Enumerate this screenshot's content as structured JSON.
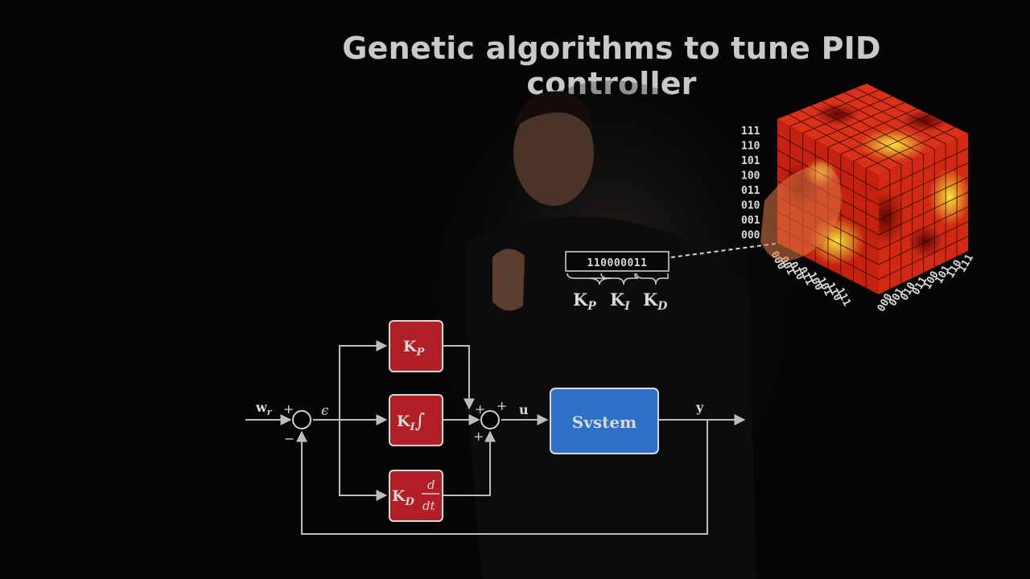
{
  "title": "Genetic algorithms to tune PID controller",
  "diagram": {
    "blocks": {
      "kp": {
        "main": "K",
        "sub": "P"
      },
      "ki": {
        "main": "K",
        "sub": "I",
        "op": "∫"
      },
      "kd": {
        "main": "K",
        "sub": "D",
        "num": "d",
        "den": "dt"
      },
      "system": "Svstem"
    },
    "signals": {
      "reference": {
        "main": "w",
        "sub": "r"
      },
      "error": "ϵ",
      "control": "u",
      "output": "y"
    },
    "signs": {
      "sum1_top": "+",
      "sum1_bottom": "−",
      "sum2_top_left": "+",
      "sum2_top_right": "+",
      "sum2_bottom": "+"
    }
  },
  "chromosome": {
    "bits": "110000011",
    "gain_labels": [
      {
        "main": "K",
        "sub": "P"
      },
      {
        "main": "K",
        "sub": "I"
      },
      {
        "main": "K",
        "sub": "D"
      }
    ]
  },
  "cube": {
    "z_axis_codes": [
      "111",
      "110",
      "101",
      "100",
      "011",
      "010",
      "001",
      "000"
    ],
    "left_axis_codes": [
      "000",
      "001",
      "010",
      "011",
      "100",
      "101",
      "110",
      "111"
    ],
    "right_axis_codes": [
      "000",
      "001",
      "010",
      "011",
      "100",
      "101",
      "110",
      "111"
    ]
  },
  "colors": {
    "background": "#050505",
    "block_red": "#b21e26",
    "block_border": "#d9d9d9",
    "system_blue": "#2e6fc8",
    "wire": "#bdbdbd",
    "heat_low": "#8a0a05",
    "heat_high": "#f2ea3a"
  }
}
